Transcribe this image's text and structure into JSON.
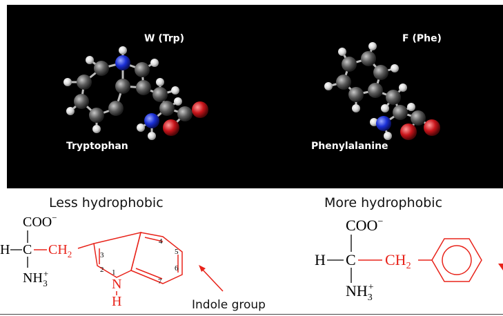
{
  "models": {
    "trp_code": "W (Trp)",
    "trp_name": "Tryptophan",
    "phe_code": "F (Phe)",
    "phe_name": "Phenylalanine"
  },
  "headings": {
    "left": "Less hydrophobic",
    "right": "More hydrophobic"
  },
  "structures": {
    "coo": "COO",
    "coo_charge": "−",
    "h_left": "H",
    "c_alpha": "C",
    "nh3": "NH",
    "nh3_sub": "3",
    "nh3_sup": "+",
    "ch2": "CH",
    "ch2_sub": "2",
    "ring_h": "H",
    "ring_n": "N",
    "positions": [
      "1",
      "2",
      "3",
      "4",
      "5",
      "6",
      "7"
    ]
  },
  "annotations": {
    "indole": "Indole group"
  },
  "colors": {
    "highlight": "#e8231a",
    "background_panel": "#000000",
    "carbon": "#5a5a5a",
    "nitrogen": "#1a2fd6",
    "oxygen": "#c8141a",
    "hydrogen": "#e6e6e6"
  }
}
